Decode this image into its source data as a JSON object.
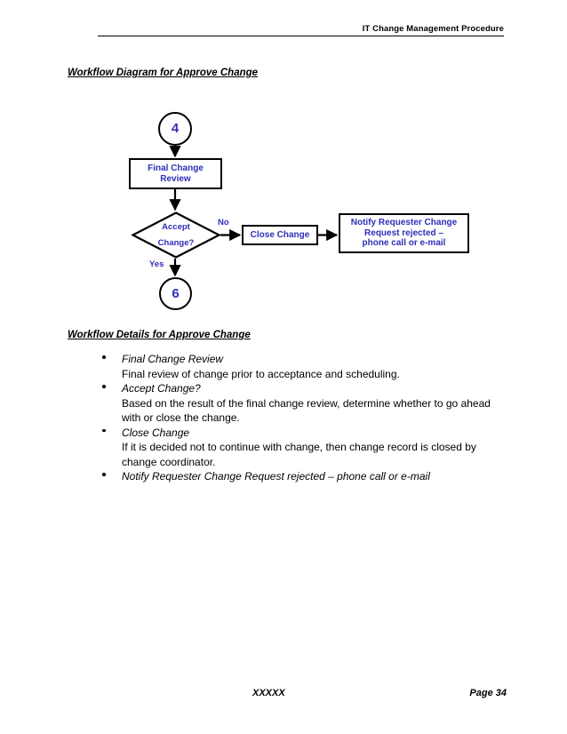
{
  "header": {
    "title": "IT Change Management Procedure"
  },
  "headings": {
    "diagram": "Workflow Diagram for Approve Change",
    "details": "Workflow Details for Approve Change"
  },
  "flowchart": {
    "accent_color": "#2e2eb8",
    "line_color": "#000000",
    "nodes": {
      "start": "4",
      "final_review_line1": "Final Change",
      "final_review_line2": "Review",
      "decision_line1": "Accept",
      "decision_line2": "Change?",
      "close_change": "Close Change",
      "notify_line1": "Notify Requester Change",
      "notify_line2": "Request rejected –",
      "notify_line3": "phone call or e-mail",
      "end": "6"
    },
    "edge_labels": {
      "no": "No",
      "yes": "Yes"
    }
  },
  "details": [
    {
      "title": "Final Change Review",
      "description": "Final review of change prior to acceptance and scheduling."
    },
    {
      "title": "Accept Change?",
      "description": "Based on the result of the final change review, determine whether to go ahead with or close the change."
    },
    {
      "title": "Close Change",
      "description": "If it is decided not to continue with change, then change record is closed by change coordinator."
    },
    {
      "title": "Notify Requester Change Request rejected – phone call or e-mail",
      "description": ""
    }
  ],
  "footer": {
    "document": "XXXXX",
    "page": "Page 34"
  }
}
